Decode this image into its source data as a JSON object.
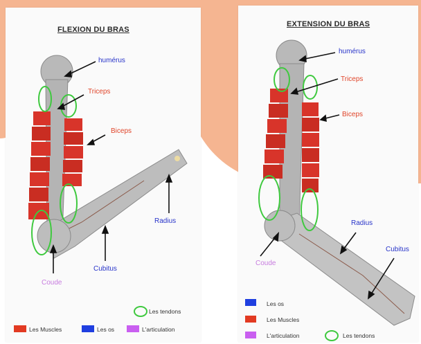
{
  "left_panel": {
    "title": "FLEXION DU BRAS",
    "labels": {
      "humerus": "humérus",
      "triceps": "Triceps",
      "biceps": "Biceps",
      "radius": "Radius",
      "cubitus": "Cubitus",
      "coude": "Coude"
    },
    "legend": {
      "tendons": "Les tendons",
      "muscles": "Les Muscles",
      "os": "Les os",
      "articulation": "L'articulation"
    }
  },
  "right_panel": {
    "title": "EXTENSION DU BRAS",
    "labels": {
      "humerus": "humérus",
      "triceps": "Triceps",
      "biceps": "Biceps",
      "radius": "Radius",
      "cubitus": "Cubitus",
      "coude": "Coude"
    },
    "legend": {
      "os": "Les os",
      "muscles": "Les Muscles",
      "articulation": "L'articulation",
      "tendons": "Les tendons"
    }
  },
  "colors": {
    "os": "#1f3fe0",
    "muscles": "#e23a22",
    "articulation": "#c95ff0",
    "tendons": "#3fc93f",
    "background": "#f5b591"
  }
}
